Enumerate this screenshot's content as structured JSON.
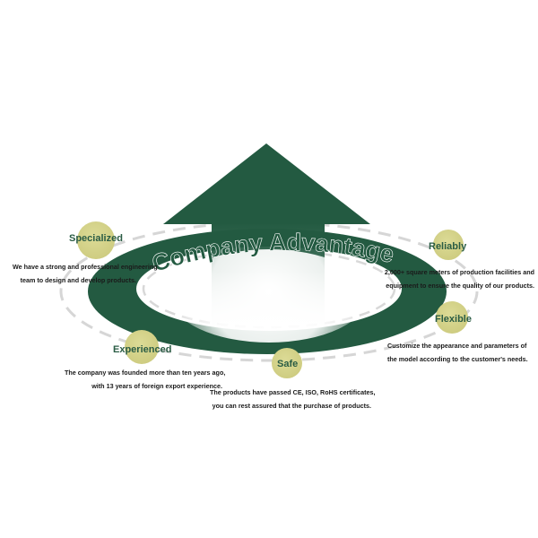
{
  "diagram": {
    "title": "Company Advantage",
    "colors": {
      "primary_green": "#235a41",
      "label_green": "#2a5c44",
      "circle_yellow": "#d4d28a",
      "dash_gray": "#d6d6d6"
    },
    "advantages": [
      {
        "label": "Specialized",
        "lines": [
          "We have a strong and professional engineering",
          "team to design and develop products."
        ]
      },
      {
        "label": "Reliably",
        "lines": [
          "2,000+ square meters of production facilities and",
          "equipment to ensure the quality of our products."
        ]
      },
      {
        "label": "Flexible",
        "lines": [
          "Customize the appearance and parameters of",
          "the model according to the customer's needs."
        ]
      },
      {
        "label": "Experienced",
        "lines": [
          "The company was founded more than ten years ago,",
          "with 13 years of foreign export experience."
        ]
      },
      {
        "label": "Safe",
        "lines": [
          "The products have passed CE, ISO, RoHS certificates,",
          "you can rest assured that the purchase of products."
        ]
      }
    ]
  }
}
